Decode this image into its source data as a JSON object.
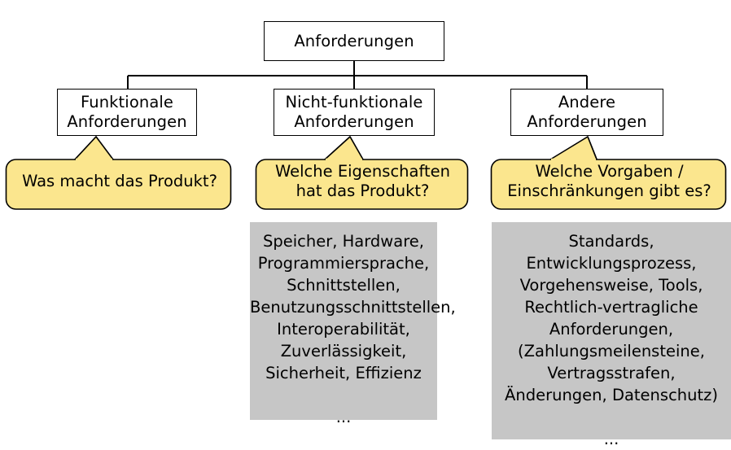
{
  "diagram": {
    "title": "Anforderungen Klassifikation",
    "colors": {
      "bubble_fill": "#fbe68e",
      "bubble_stroke": "#000000",
      "detail_fill": "#c6c6c6",
      "node_fill": "#ffffff",
      "line": "#000000"
    },
    "root": {
      "label": "Anforderungen"
    },
    "branches": [
      {
        "id": "functional",
        "node_label": "Funktionale\nAnforderungen",
        "callout_text": "Was macht das Produkt?",
        "detail_text": null
      },
      {
        "id": "nonfunctional",
        "node_label": "Nicht-funktionale\nAnforderungen",
        "callout_text": "Welche Eigenschaften\nhat das Produkt?",
        "detail_text": "Speicher, Hardware,\nProgrammiersprache,\nSchnittstellen,\nBenutzungsschnittstellen,\nInteroperabilität,\nZuverlässigkeit,\nSicherheit, Effizienz\n\n..."
      },
      {
        "id": "other",
        "node_label": "Andere\nAnforderungen",
        "callout_text": "Welche Vorgaben /\nEinschränkungen gibt es?",
        "detail_text": "Standards,\nEntwicklungsprozess,\nVorgehensweise, Tools,\nRechtlich-vertragliche\nAnforderungen,\n(Zahlungsmeilensteine,\nVertragsstrafen,\nÄnderungen, Datenschutz)\n\n..."
      }
    ]
  }
}
